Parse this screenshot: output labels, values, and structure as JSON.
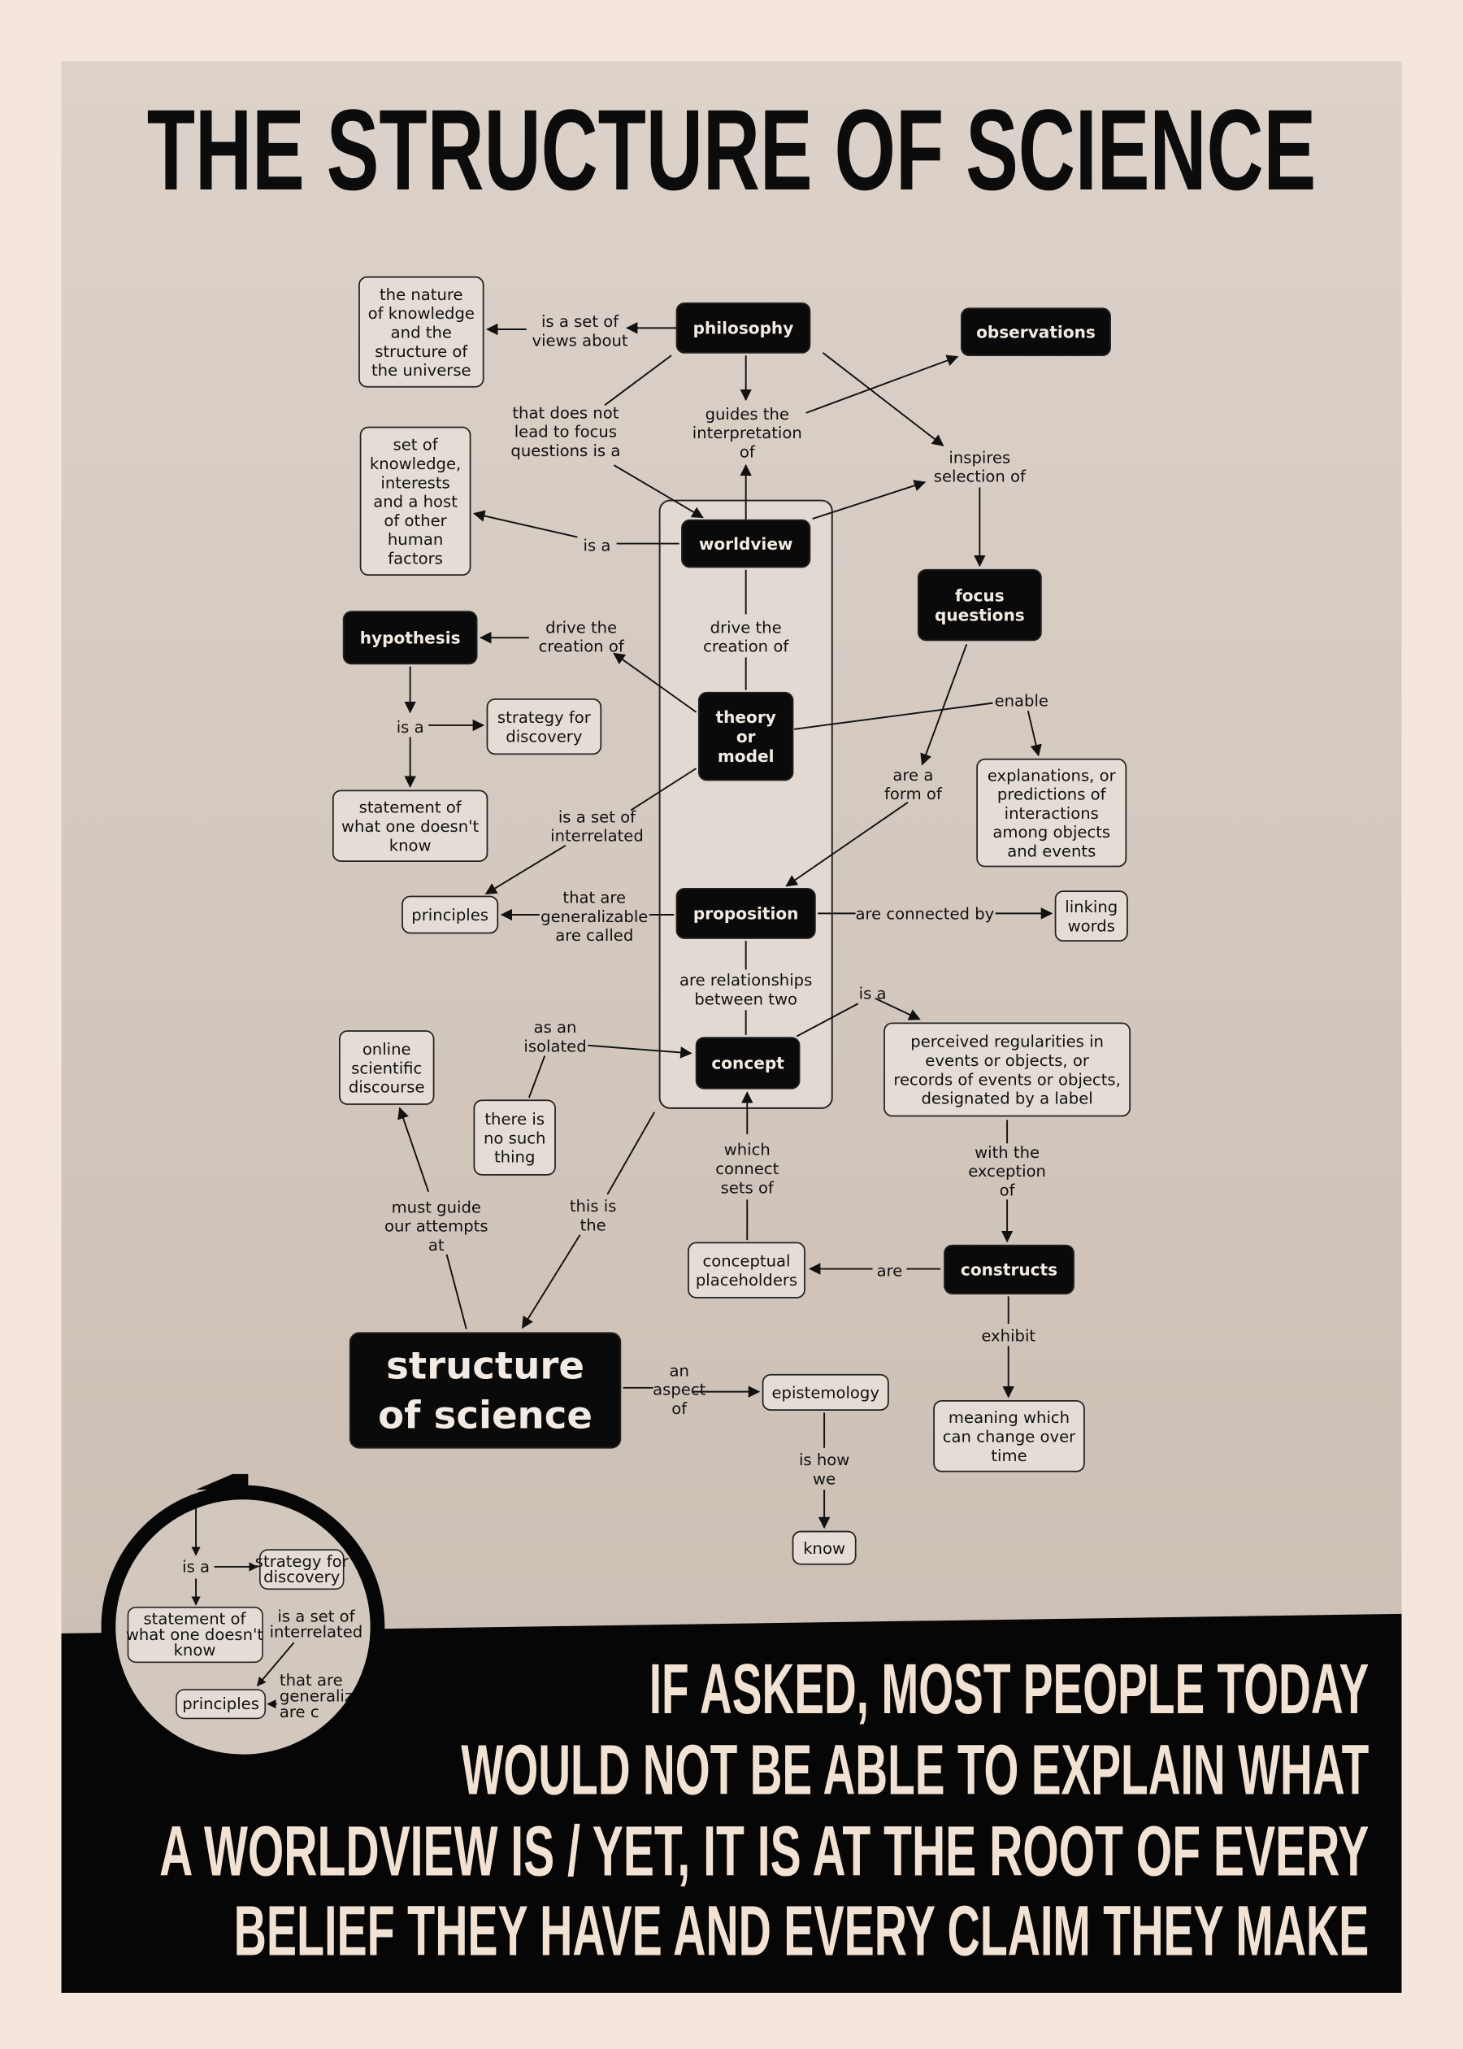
{
  "title": "THE STRUCTURE OF SCIENCE",
  "nodes": {
    "philosophy": {
      "lines": [
        "philosophy"
      ],
      "style": "dark"
    },
    "observations": {
      "lines": [
        "observations"
      ],
      "style": "dark"
    },
    "worldview": {
      "lines": [
        "worldview"
      ],
      "style": "dark"
    },
    "focus_questions": {
      "lines": [
        "focus",
        "questions"
      ],
      "style": "dark"
    },
    "hypothesis": {
      "lines": [
        "hypothesis"
      ],
      "style": "dark"
    },
    "theory_or_model": {
      "lines": [
        "theory",
        "or",
        "model"
      ],
      "style": "dark"
    },
    "proposition": {
      "lines": [
        "proposition"
      ],
      "style": "dark"
    },
    "concept": {
      "lines": [
        "concept"
      ],
      "style": "dark"
    },
    "constructs": {
      "lines": [
        "constructs"
      ],
      "style": "dark"
    },
    "structure_of_science": {
      "lines": [
        "structure",
        "of science"
      ],
      "style": "big"
    },
    "nature": {
      "lines": [
        "the nature",
        "of knowledge",
        "and the",
        "structure of",
        "the universe"
      ],
      "style": "light"
    },
    "set_of_knowledge": {
      "lines": [
        "set of",
        "knowledge,",
        "interests",
        "and a host",
        "of other",
        "human",
        "factors"
      ],
      "style": "light"
    },
    "strategy": {
      "lines": [
        "strategy for",
        "discovery"
      ],
      "style": "light"
    },
    "statement": {
      "lines": [
        "statement of",
        "what one doesn't",
        "know"
      ],
      "style": "light"
    },
    "principles": {
      "lines": [
        "principles"
      ],
      "style": "light"
    },
    "explanations": {
      "lines": [
        "explanations, or",
        "predictions of",
        "interactions",
        "among objects",
        "and events"
      ],
      "style": "light"
    },
    "linking_words": {
      "lines": [
        "linking",
        "words"
      ],
      "style": "light"
    },
    "online_discourse": {
      "lines": [
        "online",
        "scientific",
        "discourse"
      ],
      "style": "light"
    },
    "no_such_thing": {
      "lines": [
        "there is",
        "no such",
        "thing"
      ],
      "style": "light"
    },
    "perceived": {
      "lines": [
        "perceived regularities in",
        "events or objects, or",
        "records of events or objects,",
        "designated by a label"
      ],
      "style": "light"
    },
    "placeholders": {
      "lines": [
        "conceptual",
        "placeholders"
      ],
      "style": "light"
    },
    "meaning": {
      "lines": [
        "meaning which",
        "can change over",
        "time"
      ],
      "style": "light"
    },
    "epistemology": {
      "lines": [
        "epistemology"
      ],
      "style": "light"
    },
    "know": {
      "lines": [
        "know"
      ],
      "style": "light"
    }
  },
  "links": {
    "views_about": [
      "is a set of",
      "views about"
    ],
    "does_not_lead": [
      "that does not",
      "lead to focus",
      "questions is a"
    ],
    "guides": [
      "guides the",
      "interpretation",
      "of"
    ],
    "inspires": [
      "inspires",
      "selection of"
    ],
    "worldview_is_a": [
      "is a"
    ],
    "drive_left": [
      "drive the",
      "creation of"
    ],
    "drive_center": [
      "drive the",
      "creation of"
    ],
    "hypothesis_is_a": [
      "is a"
    ],
    "enable": [
      "enable"
    ],
    "form_of": [
      "are a",
      "form of"
    ],
    "interrelated": [
      "is a set of",
      "interrelated"
    ],
    "generalizable": [
      "that are",
      "generalizable",
      "are called"
    ],
    "connected_by": [
      "are connected by"
    ],
    "relationships": [
      "are relationships",
      "between two"
    ],
    "concept_is_a": [
      "is a"
    ],
    "isolated": [
      "as an",
      "isolated"
    ],
    "which_connect": [
      "which",
      "connect",
      "sets of"
    ],
    "exception": [
      "with the",
      "exception",
      "of"
    ],
    "must_guide": [
      "must guide",
      "our attempts",
      "at"
    ],
    "this_is": [
      "this is",
      "the"
    ],
    "are": [
      "are"
    ],
    "exhibit": [
      "exhibit"
    ],
    "aspect": [
      "an",
      "aspect",
      "of"
    ],
    "is_how": [
      "is how",
      "we"
    ]
  },
  "inset": {
    "is_a": "is a",
    "strategy": [
      "strategy for",
      "discovery"
    ],
    "statement": [
      "statement of",
      "what one doesn't",
      "know"
    ],
    "interrelated": [
      "is a set of",
      "interrelated"
    ],
    "principles": "principles",
    "generalizable": [
      "that are",
      "generaliz",
      "are c"
    ]
  },
  "quote": [
    "IF ASKED, MOST PEOPLE TODAY",
    "WOULD NOT BE ABLE TO EXPLAIN WHAT",
    "A WORLDVIEW IS / YET, IT IS AT THE ROOT OF EVERY",
    "BELIEF THEY HAVE AND EVERY CLAIM THEY MAKE"
  ],
  "colors": {
    "background": "#f4e6dc",
    "panel": "#cfc3b8",
    "dark": "#0a0a0a",
    "light_box": "#e5ddd5",
    "quote_text": "#f2e2d4"
  }
}
